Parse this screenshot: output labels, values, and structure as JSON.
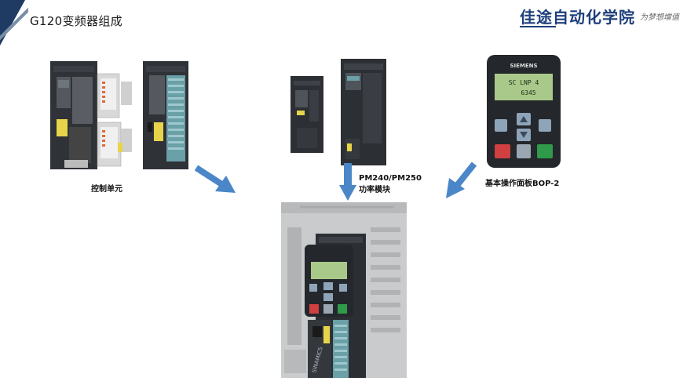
{
  "slide": {
    "title": "G120变频器组成"
  },
  "logo": {
    "name": "佳途自动化学院",
    "slogan": "为梦想增值"
  },
  "components": {
    "control_unit": {
      "label": "控制单元"
    },
    "power_module": {
      "label_line1": "PM240/PM250",
      "label_line2": "功率模块"
    },
    "bop": {
      "label": "基本操作面板BOP-2",
      "brand": "SIEMENS",
      "display_line1": "SC LNP 4",
      "display_line2": "6345"
    }
  },
  "assembled": {
    "side_label": "SINAMICS"
  },
  "colors": {
    "arrow": "#4a86c8",
    "corner": "#1f3b63",
    "logo": "#1d3f7c",
    "device_dark": "#2b2e33",
    "device_light": "#c9cbcd",
    "display_green": "#a9c98a"
  }
}
